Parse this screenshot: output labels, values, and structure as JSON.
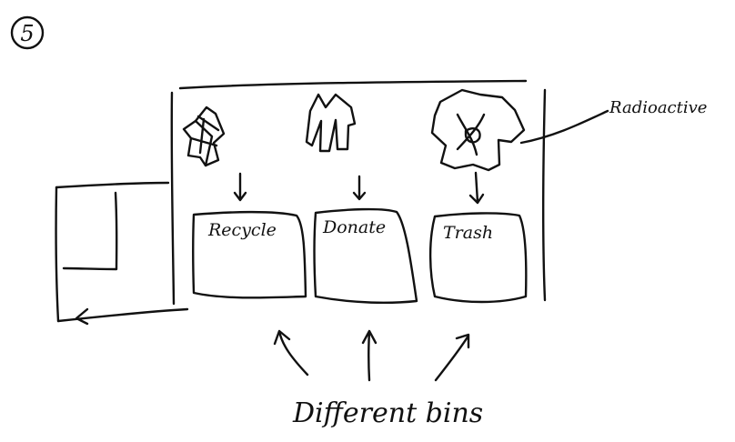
{
  "step_number": "5",
  "bins": [
    {
      "label": "Recycle"
    },
    {
      "label": "Donate"
    },
    {
      "label": "Trash"
    }
  ],
  "annotation": "Radioactive",
  "caption": "Different bins"
}
